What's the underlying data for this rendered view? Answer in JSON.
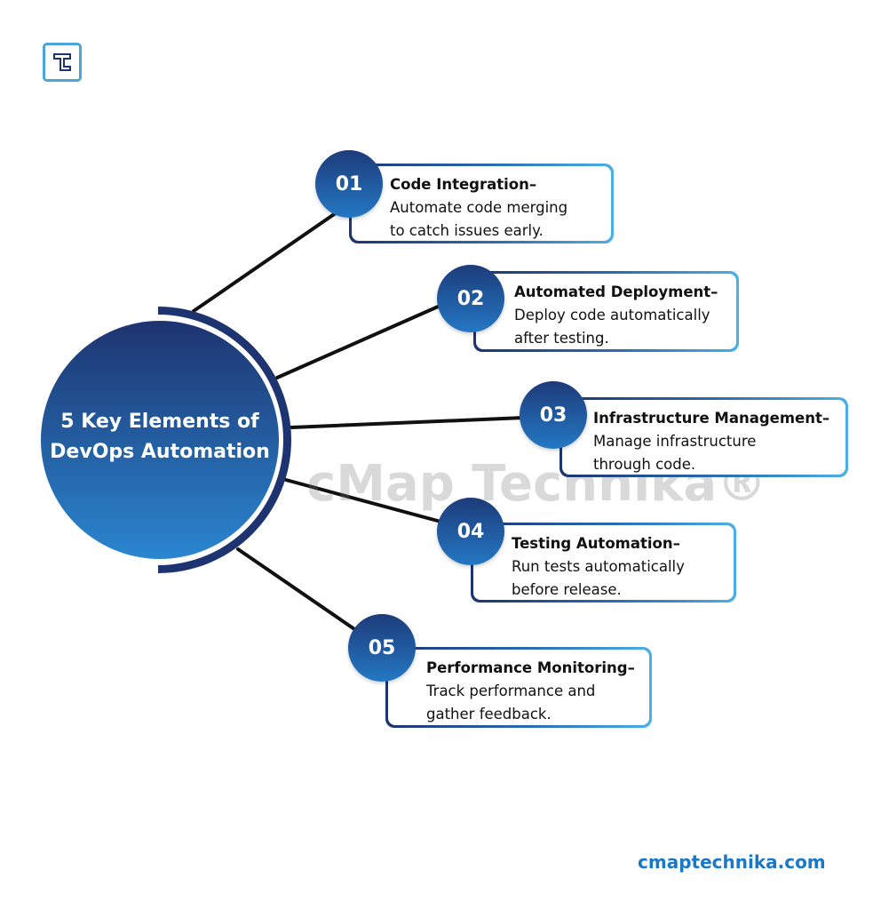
{
  "hub": {
    "lines": [
      "5 Key Elements of",
      "DevOps Automation"
    ]
  },
  "items": [
    {
      "number": "01",
      "title": "Code Integration–",
      "lines": [
        "Automate code merging",
        "to catch issues early."
      ]
    },
    {
      "number": "02",
      "title": "Automated Deployment–",
      "lines": [
        "Deploy code automatically",
        "after testing."
      ]
    },
    {
      "number": "03",
      "title": "Infrastructure Management–",
      "lines": [
        "Manage infrastructure",
        "through code."
      ]
    },
    {
      "number": "04",
      "title": "Testing Automation–",
      "lines": [
        "Run tests automatically",
        "before release."
      ]
    },
    {
      "number": "05",
      "title": "Performance Monitoring–",
      "lines": [
        "Track performance and",
        "gather feedback."
      ]
    }
  ],
  "watermark": "cMap Technika®",
  "footer": {
    "website": "cmaptechnika.com"
  },
  "colors": {
    "navy": "#1d3470",
    "blue": "#2478c4",
    "light_blue": "#4ab0e6",
    "link": "#1a78c8"
  }
}
